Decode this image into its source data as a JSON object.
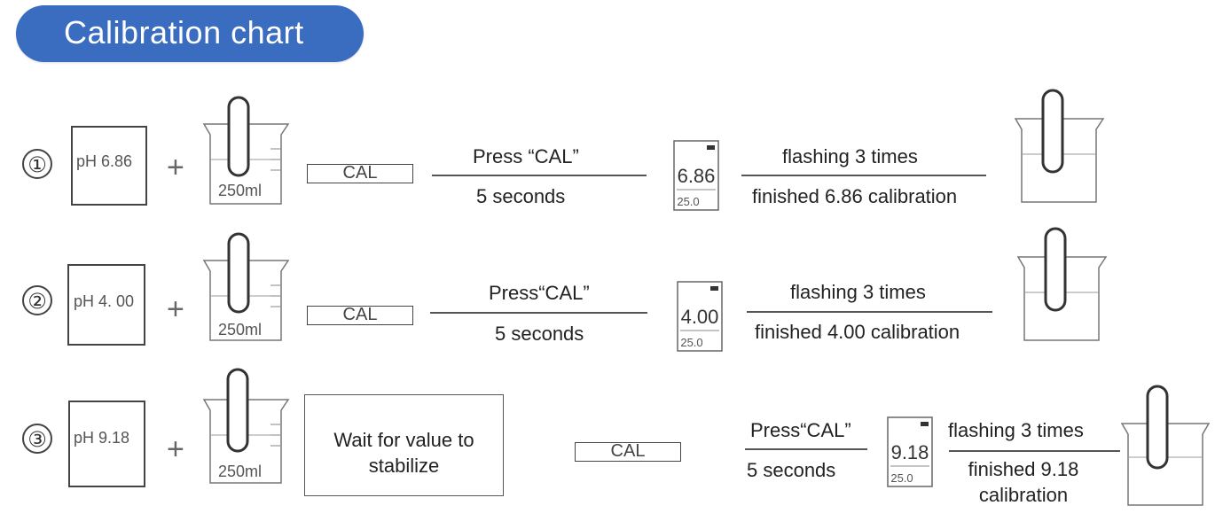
{
  "header": {
    "title": "Calibration chart"
  },
  "steps": [
    {
      "number": "①",
      "buffer": "pH 6.86",
      "beaker_label": "250ml",
      "button": "CAL",
      "press": "Press “CAL”",
      "duration": "5 seconds",
      "display_reading": "6.86",
      "display_temp": "25.0",
      "flash": "flashing 3 times",
      "finished": "finished 6.86 calibration"
    },
    {
      "number": "②",
      "buffer": "pH 4. 00",
      "beaker_label": "250ml",
      "button": "CAL",
      "press": "Press“CAL”",
      "duration": "5 seconds",
      "display_reading": "4.00",
      "display_temp": "25.0",
      "flash": "flashing 3 times",
      "finished": "finished 4.00 calibration"
    },
    {
      "number": "③",
      "buffer": "pH 9.18",
      "beaker_label": "250ml",
      "wait": "Wait for value to stabilize",
      "button": "CAL",
      "press": "Press“CAL”",
      "duration": "5 seconds",
      "display_reading": "9.18",
      "display_temp": "25.0",
      "flash": "flashing 3 times",
      "finished": "finished 9.18 calibration"
    }
  ],
  "plus_sign": "+",
  "icons": [
    "beaker-with-electrode-icon",
    "meter-display-icon"
  ],
  "colors": {
    "title_bg": "#3a6cc0",
    "title_text": "#ffffff",
    "line": "#444444"
  }
}
